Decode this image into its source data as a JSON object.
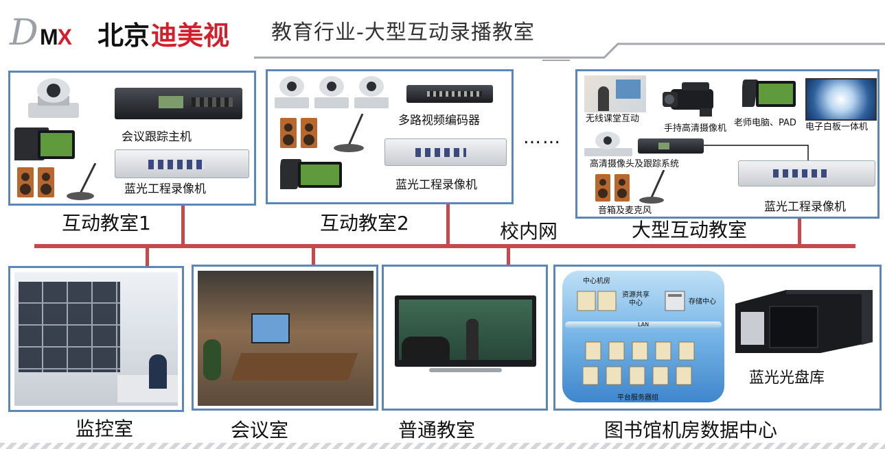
{
  "header": {
    "logo_d": "D",
    "logo_m": "M",
    "logo_x": "X",
    "logo_cn_black": "北京",
    "logo_cn_red": "迪美视",
    "title": "教育行业-大型互动录播教室"
  },
  "colors": {
    "panel_border": "#5b86b8",
    "network_line": "#c8494b",
    "brand_red": "#d21f2b"
  },
  "network": {
    "label": "校内网",
    "dots": "……"
  },
  "rooms": {
    "room1": {
      "label": "互动教室1",
      "devices": [
        "会议跟踪主机",
        "蓝光工程录像机"
      ]
    },
    "room2": {
      "label": "互动教室2",
      "devices": [
        "多路视频编码器",
        "蓝光工程录像机"
      ]
    },
    "large": {
      "label": "大型互动教室",
      "devices": [
        "无线课堂互动",
        "手持高清摄像机",
        "老师电脑、PAD",
        "电子白板一体机",
        "高清摄像头及跟踪系统",
        "音箱及麦克风",
        "蓝光工程录像机"
      ]
    },
    "monitor": {
      "label": "监控室"
    },
    "meeting": {
      "label": "会议室"
    },
    "classroom": {
      "label": "普通教室"
    },
    "library": {
      "label": "图书馆机房数据中心",
      "center_title": "中心机房",
      "resource": "资源共享中心",
      "storage": "存储中心",
      "lan": "LAN",
      "servers": "平台服务器组",
      "disc_library": "蓝光光盘库"
    }
  }
}
